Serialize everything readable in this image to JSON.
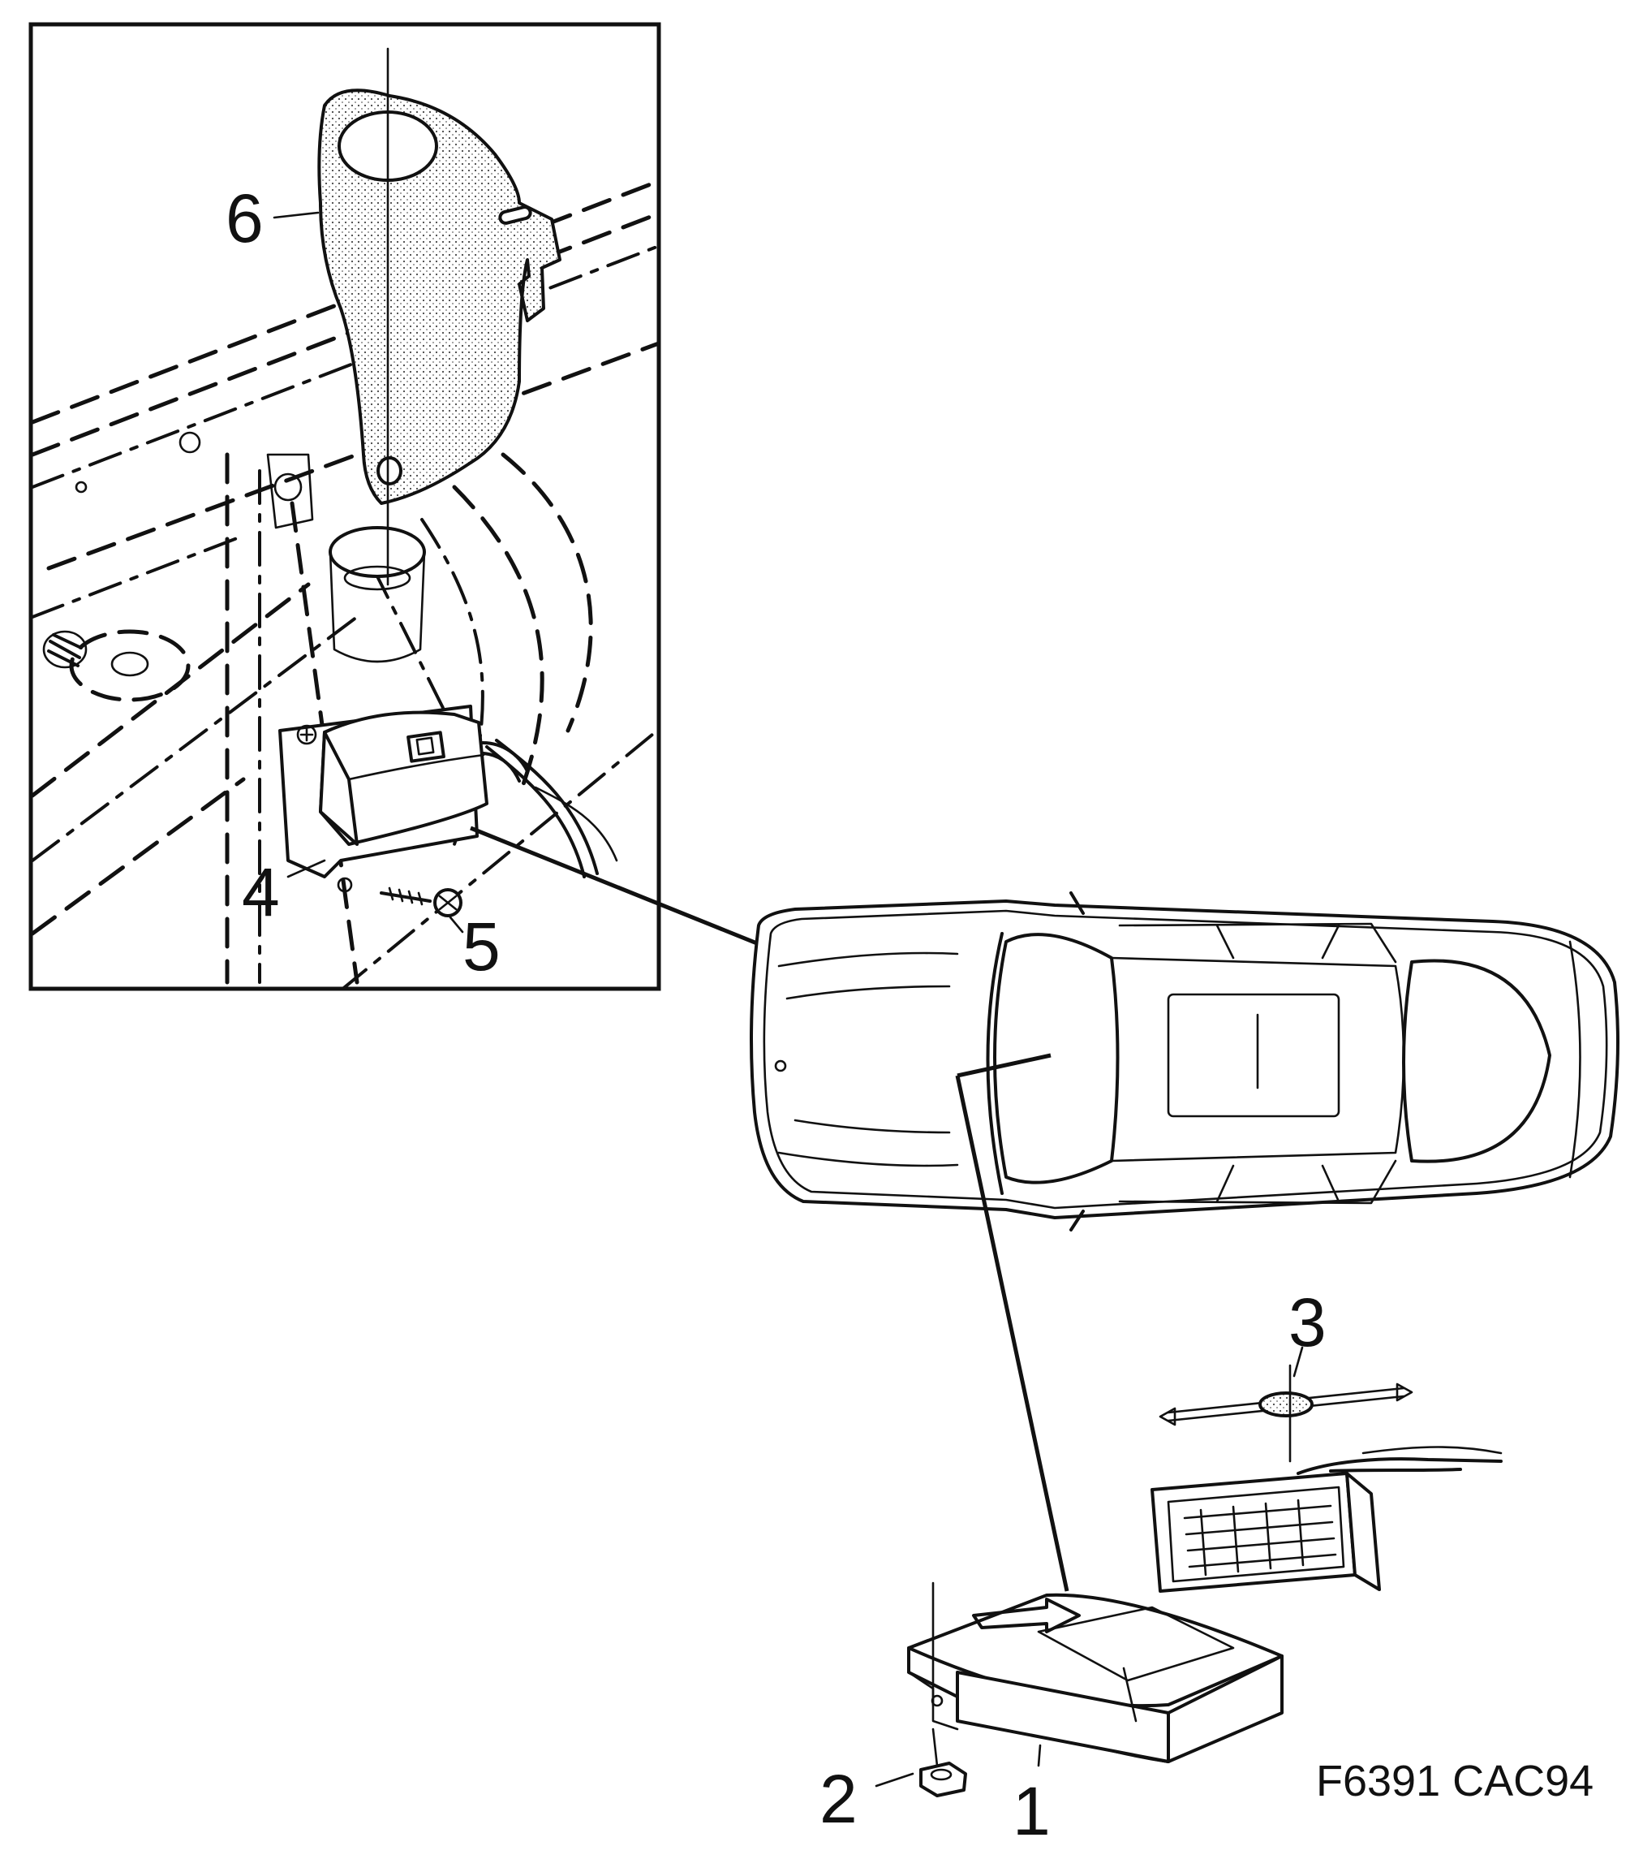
{
  "callouts": {
    "c1": "1",
    "c2": "2",
    "c3": "3",
    "c4": "4",
    "c5": "5",
    "c6": "6"
  },
  "figure_code": "F6391 CAC94"
}
